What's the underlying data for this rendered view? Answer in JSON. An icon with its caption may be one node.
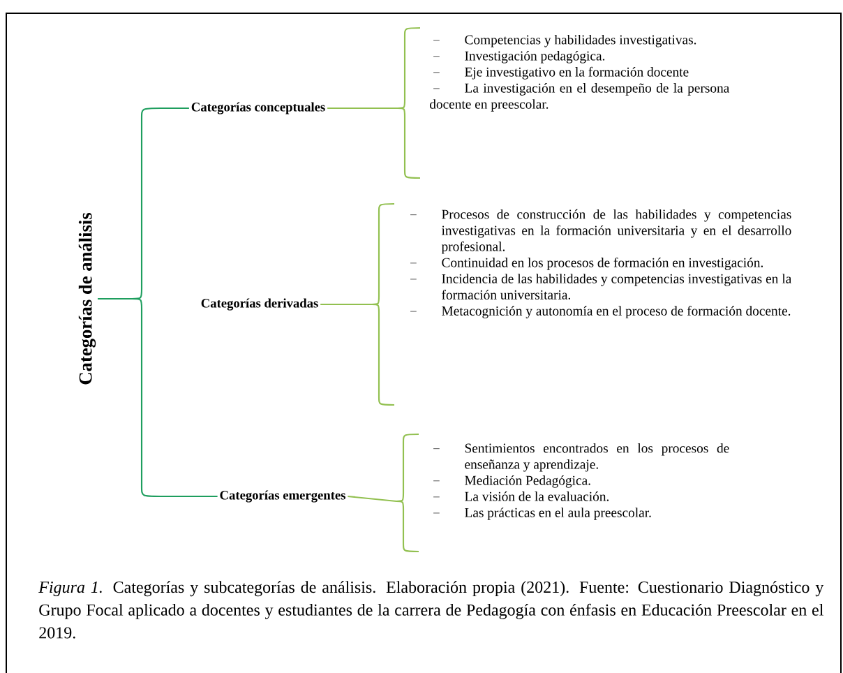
{
  "diagram": {
    "caption": "*Figura 1.* Categorías y subcategorías de análisis. Elaboración propia (2021). Fuente: Cuestionario Diagnóstico y Grupo Focal aplicado a docentes y estudiantes de la carrera de Pedagogía con énfasis en Educación Preescolar en el 2019.",
    "nodes": [
      {
        "text": [
          "Categorías de análisis"
        ]
      },
      {
        "text": [
          "Categorías conceptuales"
        ]
      },
      {
        "text": [
          "Categorías derivadas"
        ]
      },
      {
        "text": [
          "Categorías emergentes"
        ]
      },
      {
        "text": [
          "Competencias y habilidades investigativas.",
          "Investigación pedagógica.",
          "Eje investigativo en la formación docente",
          "La investigación en el desempeño de la persona docente en preescolar."
        ]
      },
      {
        "text": [
          "Procesos de construcción de las habilidades y competencias investigativas en la formación universitaria y en el desarrollo profesional.",
          "Continuidad en los procesos de formación en investigación.",
          "Incidencia de las habilidades y competencias investigativas en la formación universitaria.",
          "Metacognición y autonomía en el proceso de formación docente."
        ]
      },
      {
        "text": [
          "Sentimientos encontrados en los procesos de enseñanza y aprendizaje.",
          "Mediación Pedagógica.",
          "La visión de la evaluación.",
          "Las prácticas en el aula preescolar."
        ]
      }
    ],
    "edges": [
      {
        "from": 0,
        "to": 1,
        "arrow": "none",
        "color": "#1e9e5e"
      },
      {
        "from": 0,
        "to": 3,
        "arrow": "none",
        "color": "#1e9e5e"
      },
      {
        "from": 1,
        "to": 4,
        "arrow": "none"
      },
      {
        "from": 2,
        "to": 5,
        "arrow": "none"
      },
      {
        "from": 3,
        "to": 6,
        "arrow": "none"
      }
    ]
  }
}
